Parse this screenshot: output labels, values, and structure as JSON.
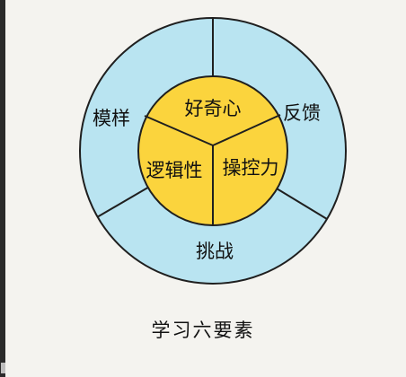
{
  "diagram": {
    "caption": "学习六要素",
    "outer_ring": [
      {
        "label": "模样",
        "fill": "#b9e4f1"
      },
      {
        "label": "反馈",
        "fill": "#b9e4f1"
      },
      {
        "label": "挑战",
        "fill": "#b9e4f1"
      }
    ],
    "inner_core": [
      {
        "label": "好奇心",
        "fill": "#fbd43d"
      },
      {
        "label": "逻辑性",
        "fill": "#fbd43d"
      },
      {
        "label": "操控力",
        "fill": "#fbd43d"
      }
    ],
    "stroke_color": "#1f1f1f"
  }
}
